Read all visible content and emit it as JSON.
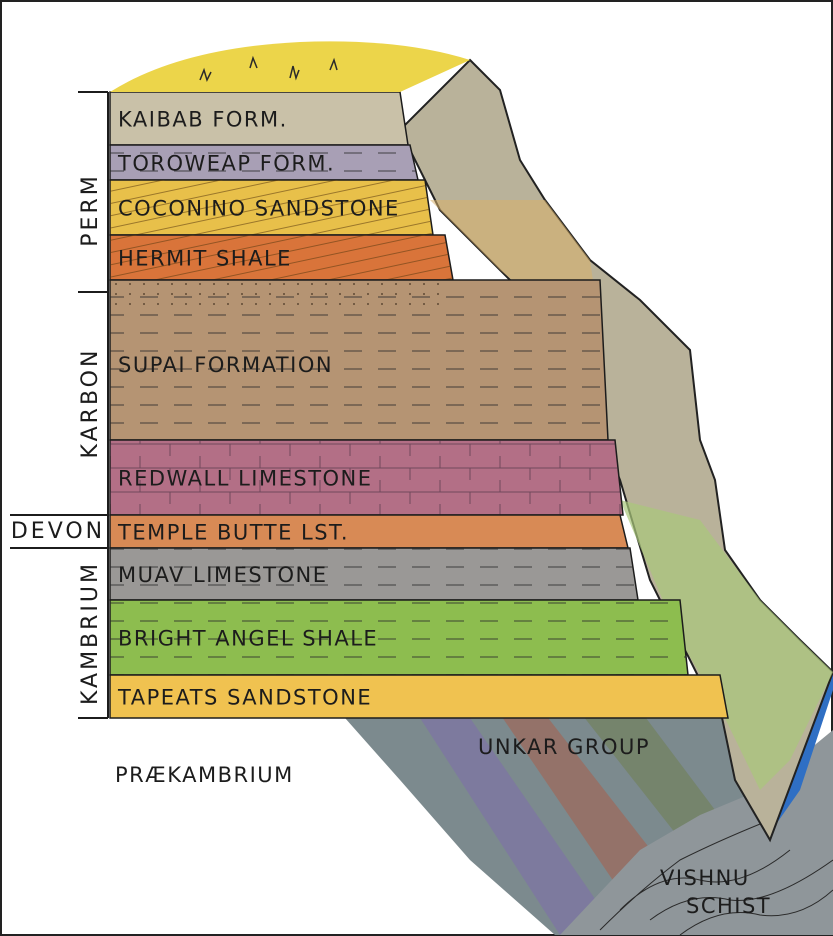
{
  "periods": [
    {
      "id": "perm",
      "label": "PERM"
    },
    {
      "id": "karbon",
      "label": "KARBON"
    },
    {
      "id": "devon",
      "label": "DEVON"
    },
    {
      "id": "kambrium",
      "label": "KAMBRIUM"
    }
  ],
  "formations": [
    {
      "id": "kaibab",
      "label": "KAIBAB FORM.",
      "color": "#c9c1a8"
    },
    {
      "id": "toroweap",
      "label": "TOROWEAP FORM.",
      "color": "#a89fb5"
    },
    {
      "id": "coconino",
      "label": "COCONINO SANDSTONE",
      "color": "#e8c04a"
    },
    {
      "id": "hermit",
      "label": "HERMIT SHALE",
      "color": "#d9743a"
    },
    {
      "id": "supai",
      "label": "SUPAI FORMATION",
      "color": "#b59473"
    },
    {
      "id": "redwall",
      "label": "REDWALL LIMESTONE",
      "color": "#b36f86"
    },
    {
      "id": "temple_butte",
      "label": "TEMPLE BUTTE LST.",
      "color": "#d88a55"
    },
    {
      "id": "muav",
      "label": "MUAV LIMESTONE",
      "color": "#9a9896"
    },
    {
      "id": "bright_angel",
      "label": "BRIGHT ANGEL SHALE",
      "color": "#8dbd4f"
    },
    {
      "id": "tapeats",
      "label": "TAPEATS SANDSTONE",
      "color": "#f0c250"
    }
  ],
  "basement": {
    "era": "PRÆKAMBRIUM",
    "unkar": "UNKAR GROUP",
    "vishnu_line1": "VISHNU",
    "vishnu_line2": "SCHIST"
  },
  "colors": {
    "soil": "#ecd54a",
    "unkar": "#7c8a8e",
    "vishnu": "#8f969a",
    "river": "#2f6fc4",
    "ink": "#1c1c1c"
  }
}
